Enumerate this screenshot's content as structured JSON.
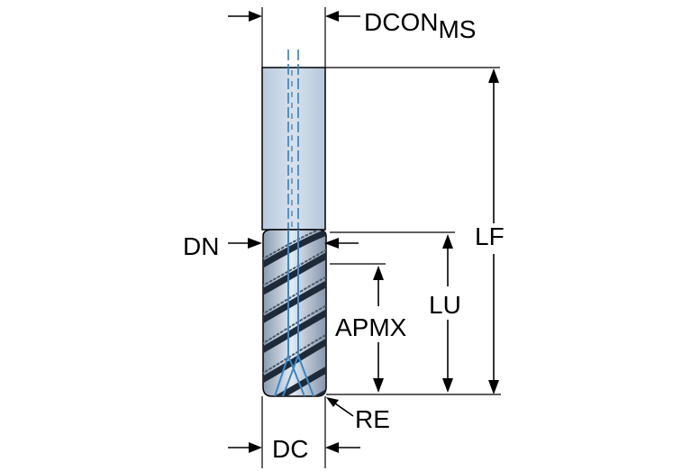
{
  "labels": {
    "dcon": "DCON",
    "dcon_subscript": "MS",
    "lf": "LF",
    "dn": "DN",
    "lu": "LU",
    "apmx": "APMX",
    "re": "RE",
    "dc": "DC"
  },
  "colors": {
    "shank_fill": "#c9d7e6",
    "shank_stroke": "#000000",
    "head_light": "#d9e2ec",
    "head_dark": "#1e2a38",
    "coolant": "#3a86c8"
  }
}
